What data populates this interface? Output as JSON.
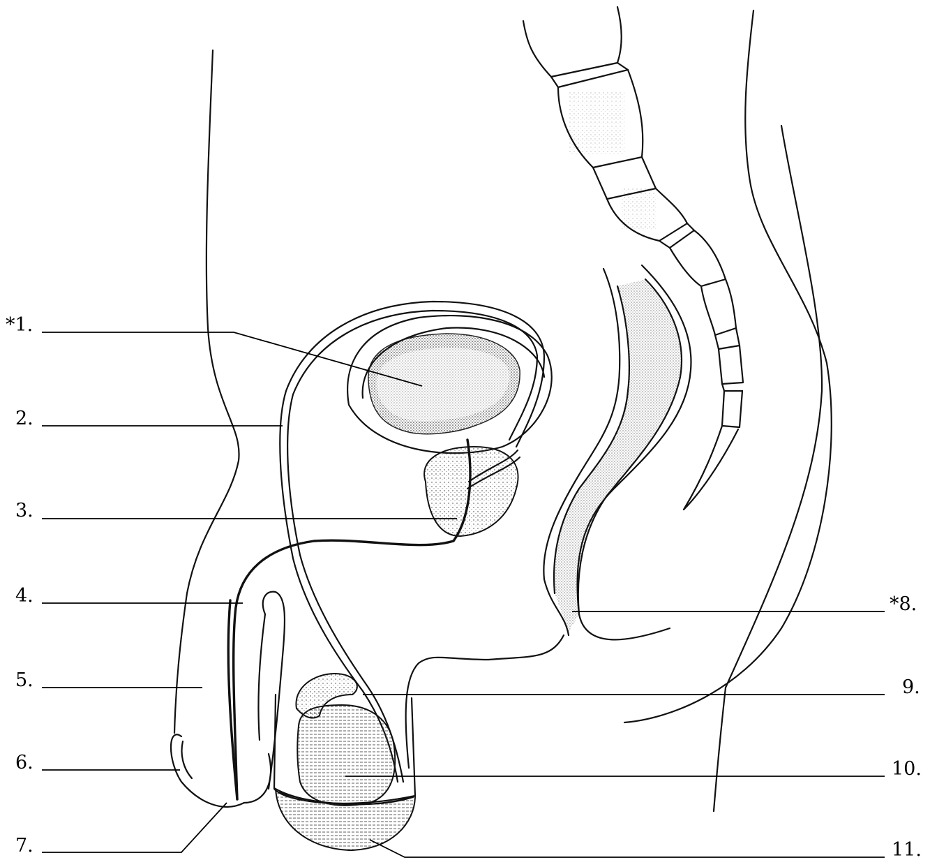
{
  "labels": {
    "l1": "*1.",
    "l2": "2.",
    "l3": "3.",
    "l4": "4.",
    "l5": "5.",
    "l6": "6.",
    "l7": "7.",
    "l8": "*8.",
    "l9": "9.",
    "l10": "10.",
    "l11": "11."
  }
}
